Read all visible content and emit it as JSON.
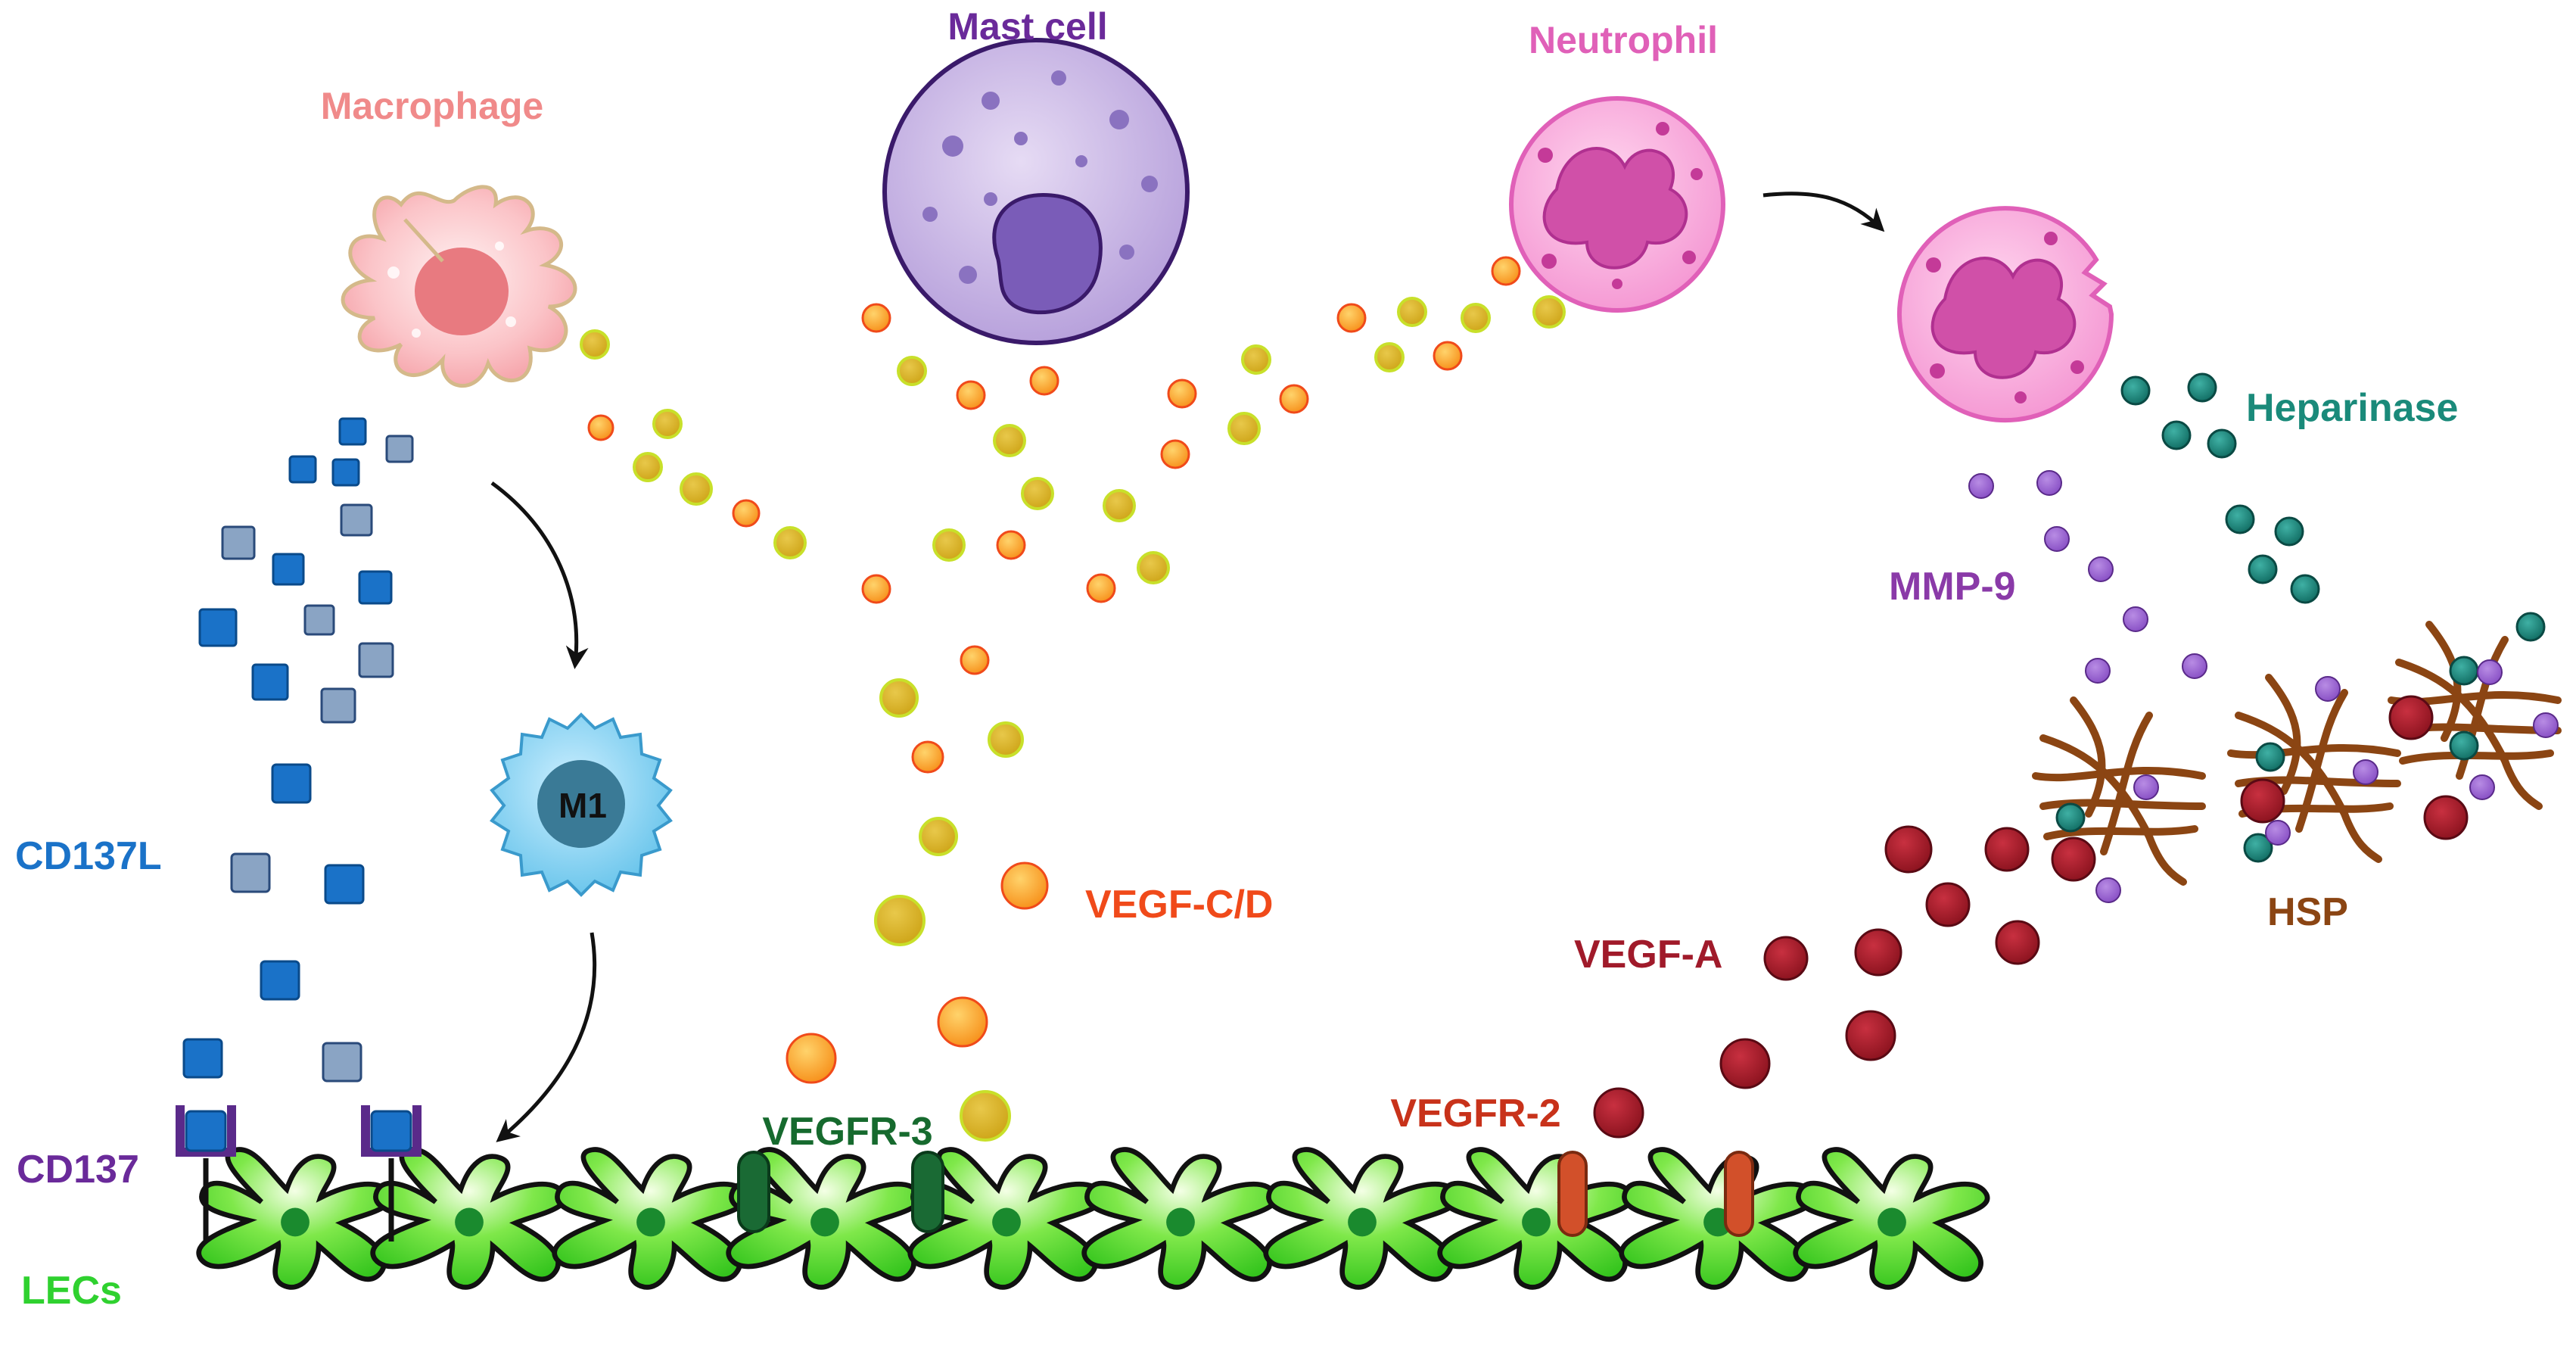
{
  "labels": {
    "macrophage": "Macrophage",
    "mast_cell": "Mast cell",
    "neutrophil": "Neutrophil",
    "m1": "M1",
    "cd137l": "CD137L",
    "cd137": "CD137",
    "lecs": "LECs",
    "vegf_cd": "VEGF-C/D",
    "vegfr3": "VEGFR-3",
    "vegfr2": "VEGFR-2",
    "vegf_a": "VEGF-A",
    "hsp": "HSP",
    "heparinase": "Heparinase",
    "mmp9": "MMP-9"
  },
  "colors": {
    "macrophage": "#f08a8a",
    "mast_cell": "#6a2a9a",
    "neutrophil": "#e060b8",
    "cd137l": "#1a72c8",
    "cd137": "#6a2a9a",
    "lecs": "#2fd12f",
    "vegf_cd": "#f04a1a",
    "vegfr3": "#166a2e",
    "vegfr2": "#c8321a",
    "vegf_a": "#a01a2a",
    "hsp": "#8b4513",
    "heparinase": "#1a8a7a",
    "mmp9": "#8a3aa8"
  },
  "icons": {
    "macrophage": "macrophage-cell-icon",
    "mast_cell": "mast-cell-icon",
    "neutrophil": "neutrophil-cell-icon",
    "neutrophil_activated": "degranulating-neutrophil-icon",
    "m1": "m1-macrophage-icon",
    "lec": "lymphatic-endothelial-cell-icon",
    "hsp": "heparan-sulfate-fiber-icon"
  }
}
